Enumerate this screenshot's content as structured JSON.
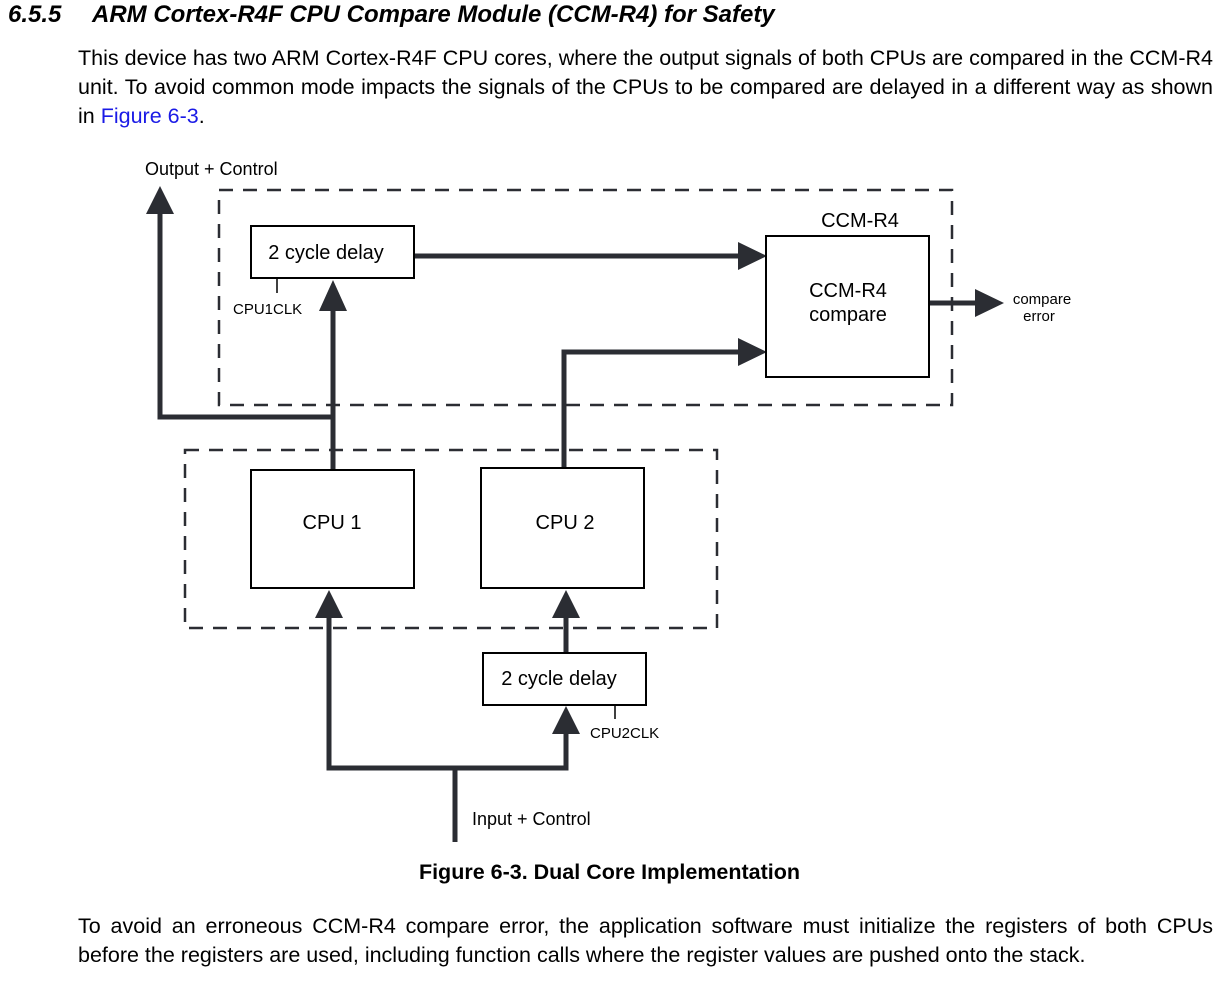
{
  "section": {
    "number": "6.5.5",
    "title": "ARM Cortex-R4F CPU Compare Module (CCM-R4) for Safety"
  },
  "intro": {
    "text_before_link": "This device has two ARM Cortex-R4F CPU cores, where the output signals of both CPUs are compared in the CCM-R4 unit. To avoid common mode impacts the signals of the CPUs to be compared are delayed in a different way as shown in ",
    "link_text": "Figure 6-3",
    "text_after_link": "."
  },
  "diagram": {
    "output_label": "Output + Control",
    "input_label": "Input + Control",
    "ccm_group_label": "CCM-R4",
    "ccm_compare_label_line1": "CCM-R4",
    "ccm_compare_label_line2": "compare",
    "compare_error_line1": "compare",
    "compare_error_line2": "error",
    "delay1_label": "2 cycle delay",
    "delay1_clock": "CPU1CLK",
    "delay2_label": "2 cycle delay",
    "delay2_clock": "CPU2CLK",
    "cpu1_label": "CPU 1",
    "cpu2_label": "CPU 2",
    "line_color": "#2b2d33"
  },
  "figure": {
    "caption": "Figure 6-3. Dual Core Implementation"
  },
  "note": {
    "text": "To avoid an erroneous CCM-R4 compare error, the application software must initialize the registers of both CPUs before the registers are used, including function calls where the register values are pushed onto the stack."
  }
}
